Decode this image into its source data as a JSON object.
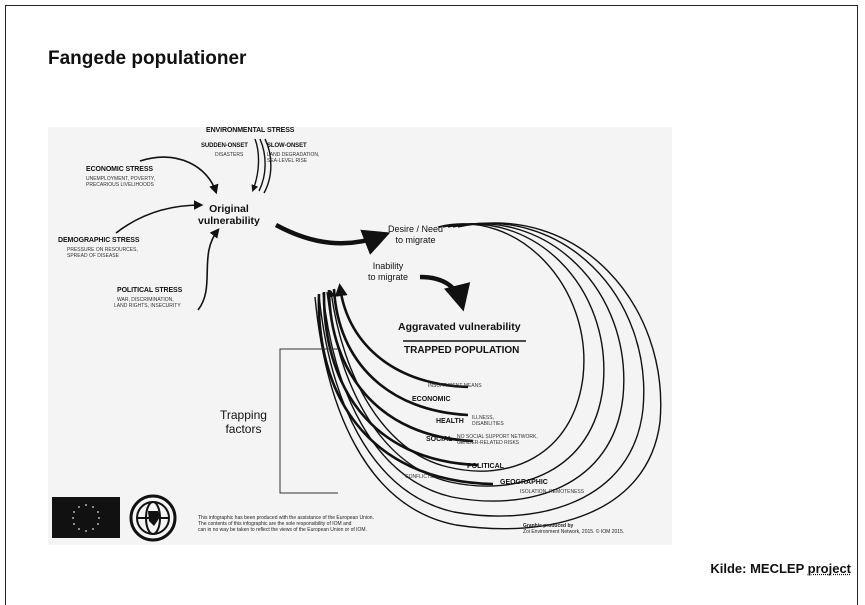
{
  "slide": {
    "title": "Fangede populationer",
    "source_prefix": "Kilde: MECLEP ",
    "source_link": "project"
  },
  "diagram": {
    "environmental": {
      "title": "ENVIRONMENTAL STRESS",
      "sudden_title": "SUDDEN-ONSET",
      "sudden_sub": "DISASTERS",
      "slow_title": "SLOW-ONSET",
      "slow_sub_1": "LAND DEGRADATION,",
      "slow_sub_2": "SEA-LEVEL RISE"
    },
    "economic": {
      "title": "ECONOMIC STRESS",
      "sub_1": "UNEMPLOYMENT, POVERTY,",
      "sub_2": "PRECARIOUS LIVELIHOODS"
    },
    "demographic": {
      "title": "DEMOGRAPHIC STRESS",
      "sub_1": "PRESSURE ON RESOURCES,",
      "sub_2": "SPREAD OF DISEASE"
    },
    "political": {
      "title": "POLITICAL STRESS",
      "sub_1": "WAR, DISCRIMINATION,",
      "sub_2": "LAND RIGHTS, INSECURITY"
    },
    "original_1": "Original",
    "original_2": "vulnerability",
    "desire_1": "Desire / Need",
    "desire_2": "to migrate",
    "inability_1": "Inability",
    "inability_2": "to migrate",
    "aggravated": "Aggravated vulnerability",
    "trapped": "TRAPPED POPULATION",
    "trapping_1": "Trapping",
    "trapping_2": "factors",
    "factors": {
      "economic": "ECONOMIC",
      "economic_sub": "INSUFFICIENT MEANS",
      "health": "HEALTH",
      "health_sub_1": "ILLNESS,",
      "health_sub_2": "DISABILITIES",
      "social": "SOCIAL",
      "social_sub_1": "NO SOCIAL SUPPORT NETWORK,",
      "social_sub_2": "GENDER-RELATED RISKS",
      "political": "POLITICAL",
      "political_sub": "CONFLICTS",
      "geographic": "GEOGRAPHIC",
      "geographic_sub": "ISOLATION, REMOTENESS"
    },
    "footer": {
      "disclaimer_1": "This infographic has been produced with the assistance of the European Union.",
      "disclaimer_2": "The contents of this infographic are the sole responsibility of IOM and",
      "disclaimer_3": "can in no way be taken to reflect the views of the European Union or of IOM.",
      "credit_1": "Graphic produced by",
      "credit_2": "Zoi Environment Network, 2015. © IOM 2015."
    }
  }
}
